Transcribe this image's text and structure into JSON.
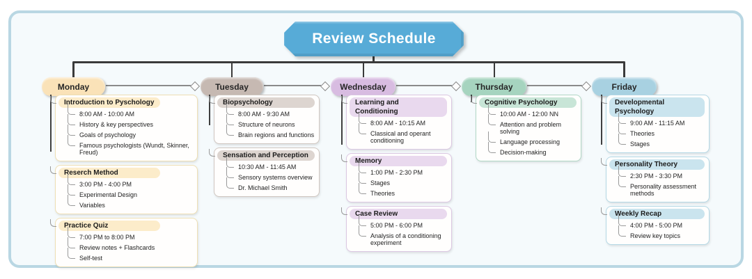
{
  "title": "Review Schedule",
  "colors": {
    "card_bg": "#f5fafc",
    "card_border": "#b9d7e3",
    "title_bg": "#57abd7",
    "trunk": "#3a3a3a",
    "link": "#8a8a8a"
  },
  "days": [
    {
      "label": "Monday",
      "node_color": "#fae2b8",
      "pill_color": "#fcecca",
      "border_color": "#eedfb4",
      "topics": [
        {
          "title": "Introduction to Pyschology",
          "details": [
            "8:00 AM - 10:00 AM",
            "History & key perspectives",
            "Goals of psychology",
            "Famous psychologists (Wundt, Skinner, Freud)"
          ]
        },
        {
          "title": "Reserch Method",
          "details": [
            "3:00 PM - 4:00 PM",
            "Experimental Design",
            "Variables"
          ]
        },
        {
          "title": "Practice Quiz",
          "details": [
            "7:00 PM to 8:00 PM",
            "Review notes + Flashcards",
            "Self-test"
          ]
        }
      ]
    },
    {
      "label": "Tuesday",
      "node_color": "#c6b9b2",
      "pill_color": "#ddd5d0",
      "border_color": "#cfc6c0",
      "topics": [
        {
          "title": "Biopsychology",
          "details": [
            "8:00 AM - 9:30 AM",
            "Structure of neurons",
            "Brain regions and functions"
          ]
        },
        {
          "title": "Sensation and Perception",
          "details": [
            "10:30 AM - 11:45 AM",
            "Sensory systems overview",
            "Dr. Michael Smith"
          ]
        }
      ]
    },
    {
      "label": "Wednesday",
      "node_color": "#d8bce1",
      "pill_color": "#e9d9ee",
      "border_color": "#dbc7e2",
      "topics": [
        {
          "title": "Learning and Conditioning",
          "details": [
            "8:00 AM - 10:15 AM",
            "Classical and operant conditioning"
          ]
        },
        {
          "title": "Memory",
          "details": [
            "1:00 PM - 2:30 PM",
            "Stages",
            "Theories"
          ]
        },
        {
          "title": "Case Review",
          "details": [
            "5:00 PM - 6:00 PM",
            "Analysis of a conditioning experiment"
          ]
        }
      ]
    },
    {
      "label": "Thursday",
      "node_color": "#a6d4bf",
      "pill_color": "#c8e5d7",
      "border_color": "#b1d8c6",
      "topics": [
        {
          "title": "Cognitive Psychology",
          "details": [
            "10:00 AM - 12:00 NN",
            "Attention and problem solving",
            "Language processing",
            "Decision-making"
          ]
        }
      ]
    },
    {
      "label": "Friday",
      "node_color": "#a8d1e1",
      "pill_color": "#cae4ee",
      "border_color": "#b4d8e5",
      "topics": [
        {
          "title": "Developmental Psychology",
          "details": [
            "9:00 AM - 11:15 AM",
            "Theories",
            "Stages"
          ]
        },
        {
          "title": "Personality Theory",
          "details": [
            "2:30 PM - 3:30 PM",
            "Personality assessment methods"
          ]
        },
        {
          "title": "Weekly Recap",
          "details": [
            "4:00 PM - 5:00 PM",
            "Review key topics"
          ]
        }
      ]
    }
  ]
}
